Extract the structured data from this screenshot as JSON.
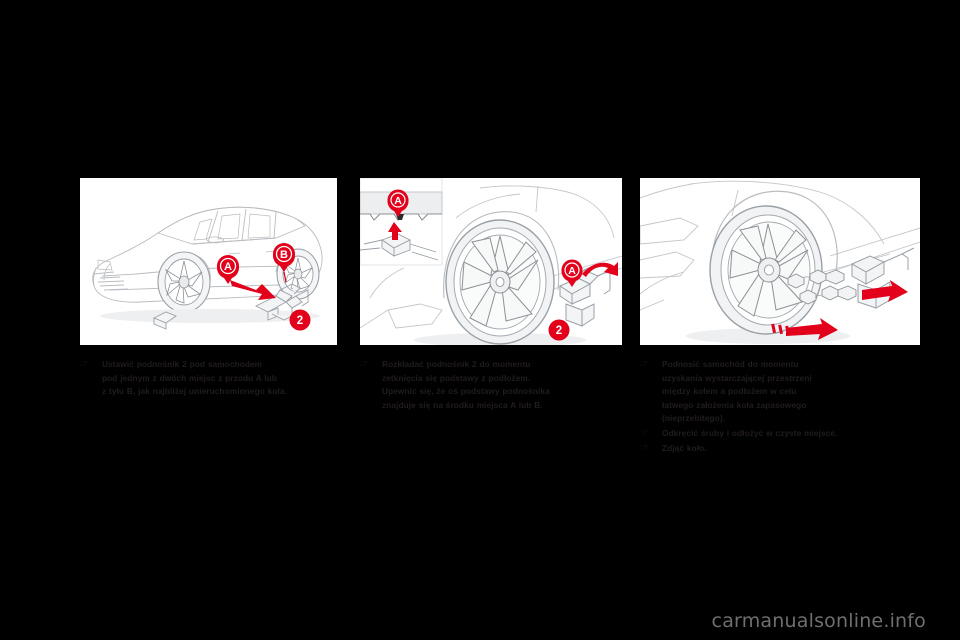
{
  "page": {
    "background_color": "#000000",
    "panel_background": "#ffffff",
    "accent_color": "#e2001a",
    "text_color": "#211c1d",
    "watermark": "carmanualsonline.info",
    "watermark_color": "#6f6f6f"
  },
  "bullet_glyph": "☞",
  "columns": [
    {
      "id": "column-1",
      "figure": {
        "name": "car-jack-placement-diagram",
        "alt": "Side view of vehicle showing jacking points A (front) and B (rear) with jack 2",
        "markers": [
          {
            "label": "A",
            "type": "letter"
          },
          {
            "label": "B",
            "type": "letter"
          },
          {
            "label": "2",
            "type": "number"
          }
        ]
      },
      "bullets": [
        {
          "glyph": "☞",
          "lines": [
            "Ustawić podnośnik 2 pod samochodem",
            "pod jednym z dwóch miejsc z przodu A lub",
            "z tyłu B, jak najbliżej unieruchomionego koła."
          ]
        }
      ]
    },
    {
      "id": "column-2",
      "figure": {
        "name": "jack-deployment-diagram",
        "alt": "Front wheel with jack 2 positioned at jacking point A, inset detail showing sill notch A",
        "markers": [
          {
            "label": "A",
            "type": "letter"
          },
          {
            "label": "A",
            "type": "letter"
          },
          {
            "label": "2",
            "type": "number"
          }
        ]
      },
      "bullets": [
        {
          "glyph": "☞",
          "lines": [
            "Rozkładać podnośnik 2 do momentu",
            "zetknięcia się podstawy z podłożem.",
            "Upewnić się, że oś podstawy podnośnika",
            "znajduje się na środku miejsca A lub B."
          ]
        }
      ]
    },
    {
      "id": "column-3",
      "figure": {
        "name": "wheel-removal-diagram",
        "alt": "Raised wheel with bolts being removed and the wheel pulled off",
        "markers": []
      },
      "bullets": [
        {
          "glyph": "☞",
          "lines": [
            "Podnosić samochód do momentu",
            "uzyskania wystarczającej przestrzeni",
            "między kołem a podłożem w celu",
            "łatwego założenia koła zapasowego",
            "(nieprzebitego)."
          ]
        },
        {
          "glyph": "☞",
          "lines": [
            "Odkręcić śruby i odłożyć w czyste miejsce."
          ]
        },
        {
          "glyph": "☞",
          "lines": [
            "Zdjąć koło."
          ]
        }
      ]
    }
  ]
}
